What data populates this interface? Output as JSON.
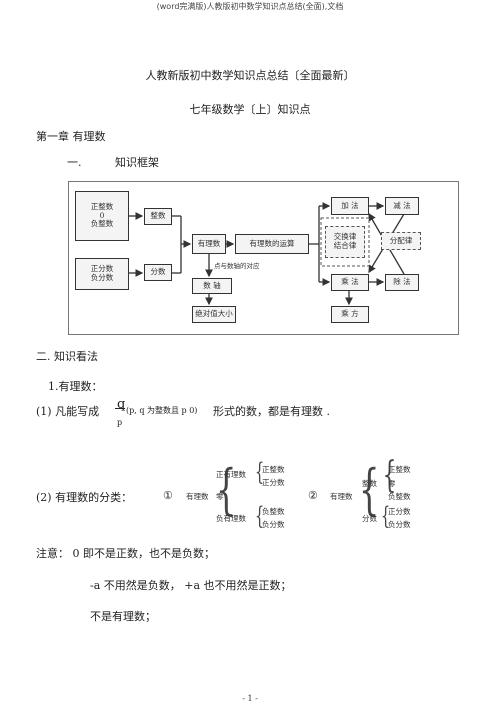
{
  "header": "(word完满版)人教版初中数学知识点总结(全面),文档",
  "title": "人教新版初中数学知识点总结〔全面最新〕",
  "subtitle": "七年级数学〔上〕知识点",
  "chapter": "第一章  有理数",
  "section1": {
    "num": "一.",
    "title": "知识框架"
  },
  "diagram": {
    "left_top": "正整数\n0\n负整数",
    "left_bottom": "正分数\n负分数",
    "integers": "整数",
    "fractions": "分数",
    "rational": "有理数",
    "rational_ops": "有理数的运算",
    "number_line_note": "点与数轴的对应",
    "number_line": "数 轴",
    "abs_value": "绝对值大小",
    "add": "加 法",
    "subtract": "减 法",
    "laws": "交换律\n结合律",
    "distributive": "分配律",
    "multiply": "乘 法",
    "divide": "除 法",
    "power": "乘 方"
  },
  "section2": "二. 知识看法",
  "item1": "1.有理数：",
  "def": {
    "prefix": "(1) 凡能写成",
    "q": "q",
    "p": "p",
    "cond": "(p, q 为整数且 p    0)",
    "suffix": "形式的数，都是有理数   ."
  },
  "classification": {
    "prefix": "(2) 有理数的分类：",
    "mark1": "①",
    "mark2": "②",
    "rational": "有理数",
    "c1": {
      "pos_rational": "正有理数",
      "zero": "零",
      "neg_rational": "负有理数",
      "pos_int": "正整数",
      "pos_frac": "正分数",
      "neg_int": "负整数",
      "neg_frac": "负分数"
    },
    "c2": {
      "integer": "整数",
      "fraction": "分数",
      "pos_int": "正整数",
      "zero": "零",
      "neg_int": "负整数",
      "pos_frac": "正分数",
      "neg_frac": "负分数"
    }
  },
  "notes": {
    "n1": "注意：  0 即不是正数，也不是负数；",
    "n2": "-a 不用然是负数，  +a 也不用然是正数；",
    "n3": "不是有理数；"
  },
  "footer": "- 1 -"
}
